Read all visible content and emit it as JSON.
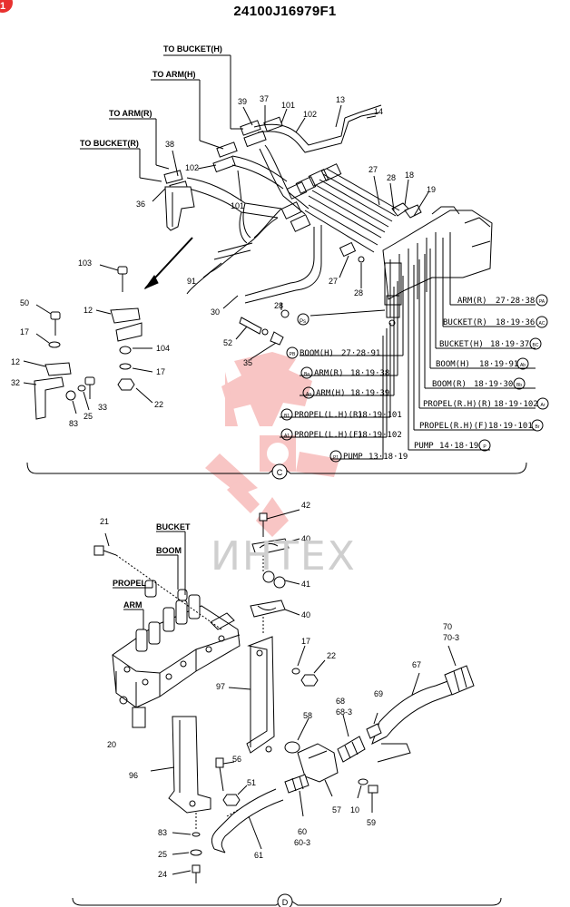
{
  "header": {
    "part_number": "24100J16979F1",
    "badge": "1"
  },
  "watermark": {
    "text": "ИНТЕХ",
    "color": "#e8312f"
  },
  "sections": {
    "c_mark": "C",
    "d_mark": "D"
  },
  "hose_labels": {
    "to_bucket_h": "TO BUCKET(H)",
    "to_arm_h": "TO ARM(H)",
    "to_arm_r": "TO ARM(R)",
    "to_bucket_r": "TO BUCKET(R)"
  },
  "c_parts": {
    "p39": "39",
    "p37": "37",
    "p101a": "101",
    "p102a": "102",
    "p13": "13",
    "p14": "14",
    "p38": "38",
    "p102b": "102",
    "p36": "36",
    "p101b": "101",
    "p27a": "27",
    "p28a": "28",
    "p18": "18",
    "p19": "19",
    "p103": "103",
    "p91": "91",
    "p30": "30",
    "p27b": "27",
    "p28b": "28",
    "p50": "50",
    "p12a": "12",
    "p17a": "17",
    "p12b": "12",
    "p32": "32",
    "p28c": "28",
    "p52": "52",
    "p35": "35",
    "p104": "104",
    "p17b": "17",
    "p22": "22",
    "p33": "33",
    "p25": "25",
    "p83": "83"
  },
  "ports": [
    {
      "name": "ARM(R)",
      "refs": "27·28·38",
      "code": "PA"
    },
    {
      "name": "BUCKET(R)",
      "refs": "18·19·36",
      "code": "AC"
    },
    {
      "name": "BUCKET(H)",
      "refs": "18·19·37",
      "code": "BC"
    },
    {
      "name": "BOOM(H)",
      "refs": "18·19·91",
      "code": "Ab"
    },
    {
      "name": "BOOM(R)",
      "refs": "18·19·30",
      "code": "Bb"
    },
    {
      "name": "PROPEL(R.H)(R)",
      "refs": "18·19·102",
      "code": "Ar"
    },
    {
      "name": "PROPEL(R.H)(F)",
      "refs": "18·19·101",
      "code": "Br"
    },
    {
      "name": "PUMP",
      "refs": "14·18·19",
      "code": "P"
    },
    {
      "name": "BOOM(H)",
      "refs": "27·28·91",
      "code": "PB"
    },
    {
      "name": "ARM(R)",
      "refs": "18·19·38",
      "code": "Ba"
    },
    {
      "name": "ARM(H)",
      "refs": "18·19·39",
      "code": "Aa"
    },
    {
      "name": "PROPEL(L.H)(R)",
      "refs": "18·19·101",
      "code": "B1"
    },
    {
      "name": "PROPEL(L.H)(F)",
      "refs": "18·19·102",
      "code": "A1"
    },
    {
      "name": "PUMP",
      "refs": "13·18·19",
      "code": "P1"
    }
  ],
  "d_labels": {
    "bucket": "BUCKET",
    "boom": "BOOM",
    "propel": "PROPEL",
    "arm": "ARM"
  },
  "d_parts": {
    "p21": "21",
    "p42": "42",
    "p40a": "40",
    "p41": "41",
    "p40b": "40",
    "p17": "17",
    "p22": "22",
    "p70": "70",
    "p70_3": "70-3",
    "p67": "67",
    "p97": "97",
    "p20": "20",
    "p58": "58",
    "p68": "68",
    "p68_3": "68-3",
    "p69": "69",
    "p96": "96",
    "p56": "56",
    "p51": "51",
    "p57": "57",
    "p10": "10",
    "p59": "59",
    "p60": "60",
    "p60_3": "60-3",
    "p61": "61",
    "p83": "83",
    "p25": "25",
    "p24": "24"
  }
}
